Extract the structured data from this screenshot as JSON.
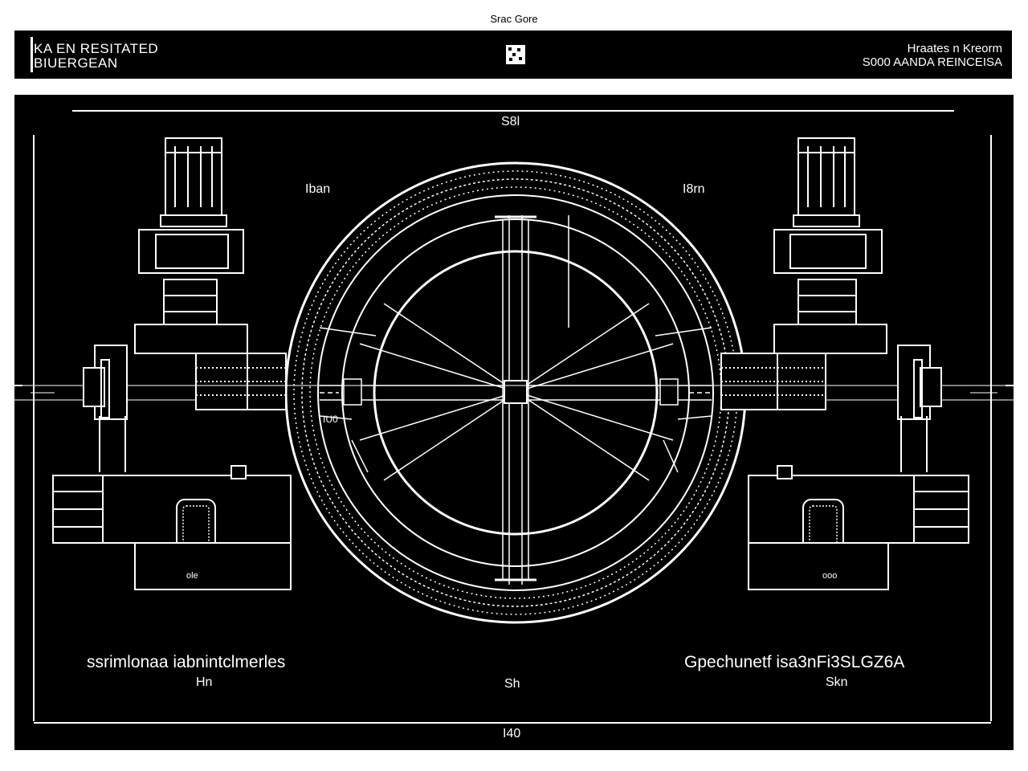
{
  "header": {
    "caption": "Srac Gore",
    "left_line1": "KA  EN RESITATED",
    "left_line2": "BIUERGEAN",
    "right_line1": "Hraates n Kreorm",
    "right_line2": "S000 AANDA REINCEISA"
  },
  "labels": {
    "top_center": "S8l",
    "upper_left": "Iban",
    "upper_right": "I8rn",
    "lower_left_title": "ssrimlonaa iabnintclmerles",
    "lower_left_sub": "Hn",
    "lower_center": "Sh",
    "lower_right_title": "Gpechunetf isa3nFi3SLGZ6A",
    "lower_right_sub": "Skn",
    "bottom_center": "I40",
    "left_box_mark": "ole",
    "right_box_mark": "ooo",
    "left_arm_mark": "IU0"
  },
  "colors": {
    "sheet": "#000000",
    "line": "#ffffff",
    "paper": "#ffffff"
  },
  "icons": [
    "logo-mark-icon"
  ]
}
